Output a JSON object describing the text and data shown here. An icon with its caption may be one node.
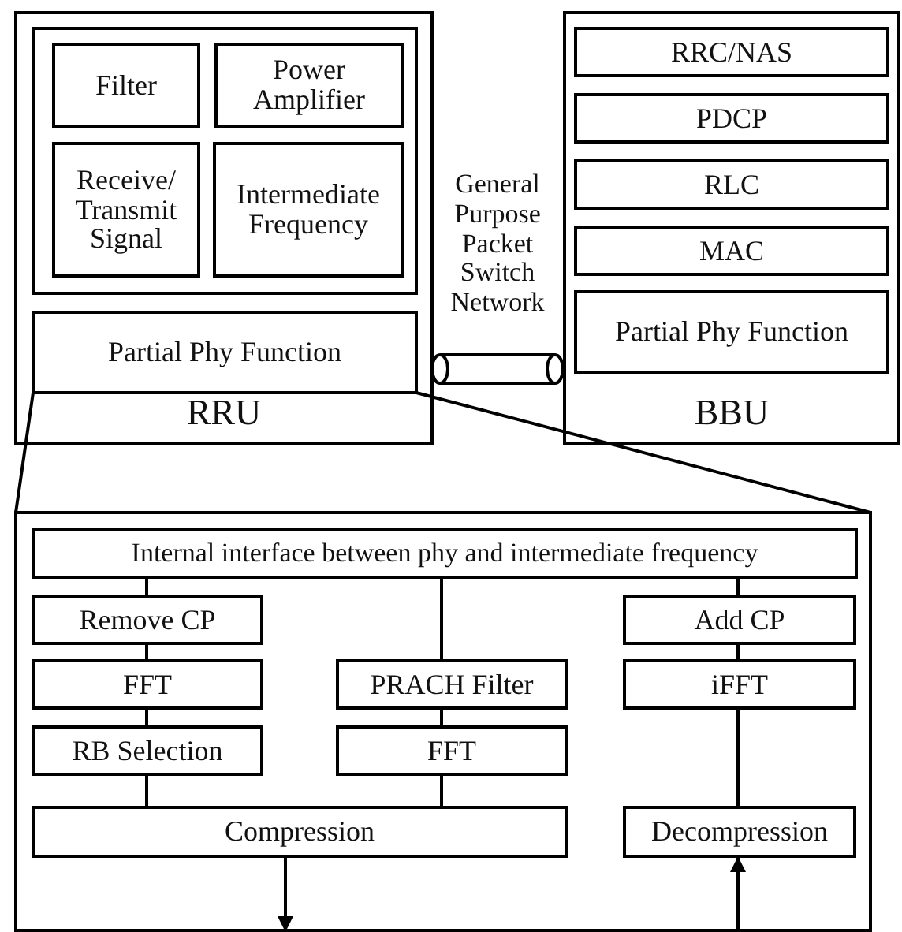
{
  "diagram": {
    "nodes": [
      {
        "text": [
          "RRU"
        ]
      },
      {
        "text": [],
        "shape": "box",
        "in": 0
      },
      {
        "text": [
          "Filter"
        ],
        "in": 1
      },
      {
        "text": [
          "Power Amplifier"
        ],
        "in": 1
      },
      {
        "text": [
          "Receive/ Transmit Signal"
        ],
        "in": 1
      },
      {
        "text": [
          "Intermediate Frequency"
        ],
        "in": 1
      },
      {
        "text": [
          "Partial Phy Function"
        ],
        "in": 0
      },
      {
        "text": [
          "General Purpose Packet Switch Network"
        ]
      },
      {
        "text": [
          "BBU"
        ]
      },
      {
        "text": [
          "RRC/NAS"
        ],
        "in": 8
      },
      {
        "text": [
          "PDCP"
        ],
        "in": 8
      },
      {
        "text": [
          "RLC"
        ],
        "in": 8
      },
      {
        "text": [
          "MAC"
        ],
        "in": 8
      },
      {
        "text": [
          "Partial Phy Function"
        ],
        "in": 8
      },
      {
        "text": [],
        "shape": "box"
      },
      {
        "text": [
          "Internal interface between phy and intermediate frequency"
        ],
        "in": 14
      },
      {
        "text": [
          "Remove CP"
        ],
        "in": 14
      },
      {
        "text": [
          "FFT"
        ],
        "in": 14
      },
      {
        "text": [
          "RB Selection"
        ],
        "in": 14
      },
      {
        "text": [
          "PRACH Filter"
        ],
        "in": 14
      },
      {
        "text": [
          "FFT"
        ],
        "in": 14
      },
      {
        "text": [
          "Add CP"
        ],
        "in": 14
      },
      {
        "text": [
          "iFFT"
        ],
        "in": 14
      },
      {
        "text": [
          "Compression"
        ],
        "in": 14
      },
      {
        "text": [
          "Decompression"
        ],
        "in": 14
      }
    ],
    "edges": [
      {
        "from": 6,
        "to": 14,
        "arrow": "none"
      },
      {
        "from": 6,
        "to": 14,
        "arrow": "none"
      },
      {
        "from": 15,
        "to": 16,
        "arrow": "none"
      },
      {
        "from": 16,
        "to": 17,
        "arrow": "none"
      },
      {
        "from": 17,
        "to": 18,
        "arrow": "none"
      },
      {
        "from": 18,
        "to": 23,
        "arrow": "none"
      },
      {
        "from": 15,
        "to": 19,
        "arrow": "none"
      },
      {
        "from": 19,
        "to": 20,
        "arrow": "none"
      },
      {
        "from": 20,
        "to": 23,
        "arrow": "none"
      },
      {
        "from": 15,
        "to": 21,
        "arrow": "none"
      },
      {
        "from": 21,
        "to": 22,
        "arrow": "none"
      },
      {
        "from": 22,
        "to": 24,
        "arrow": "none"
      },
      {
        "from": 23,
        "to": null,
        "arrow": "to"
      },
      {
        "from": null,
        "to": 24,
        "arrow": "to"
      }
    ]
  }
}
